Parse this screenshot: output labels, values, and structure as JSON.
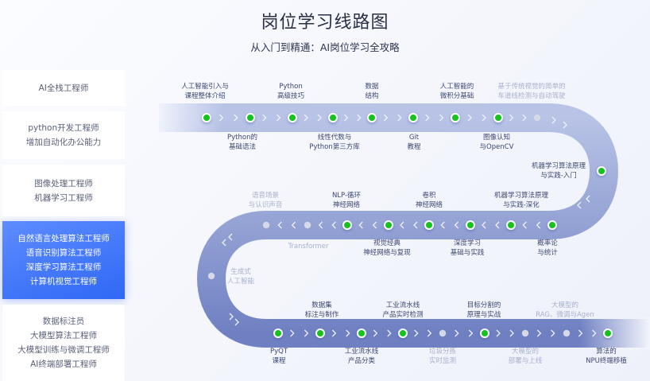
{
  "header": {
    "title": "岗位学习线路图",
    "subtitle": "从入门到精通：AI岗位学习全攻略"
  },
  "sidebar": {
    "items": [
      {
        "lines": [
          "AI全栈工程师"
        ]
      },
      {
        "lines": [
          "python开发工程师",
          "增加自动化办公能力"
        ]
      },
      {
        "lines": [
          "图像处理工程师",
          "机器学习工程师"
        ]
      },
      {
        "lines": [
          "自然语言处理算法工程师",
          "语音识别算法工程师",
          "深度学习算法工程师",
          "计算机视觉工程师"
        ],
        "active": true
      },
      {
        "lines": [
          "数据标注员",
          "大模型算法工程师",
          "大模型训练与微调工程师",
          "AI终端部署工程师"
        ]
      }
    ]
  },
  "colors": {
    "accent": "#2f68f5",
    "done": "#12c21e",
    "pending": "#d5d9e8",
    "road_top": "#b3bfe4",
    "road_bottom": "#7484c4"
  },
  "roadmap": {
    "row1_status": [
      "done",
      "done",
      "done",
      "done",
      "done",
      "done",
      "done",
      "done",
      "pending"
    ],
    "curve_right_status": "done",
    "row2_status": [
      "done",
      "done",
      "done",
      "done",
      "done",
      "done",
      "pending",
      "pending"
    ],
    "curve_left_status": "pending",
    "row3_status": [
      "done",
      "done",
      "done",
      "done",
      "pending",
      "done",
      "pending",
      "pending",
      "done"
    ],
    "labels": {
      "ai_intro": "人工智能引入与\n课程整体介绍",
      "py_basic": "Python的\n基础语法",
      "py_adv": "Python\n高级技巧",
      "linear": "线性代数与\nPython第三方库",
      "ds": "数据\n结构",
      "git": "Git\n教程",
      "calculus": "人工智能的\n微积分基础",
      "opencv": "图像认知\n与OpenCV",
      "lane": "基于传统视觉的简单的\n车道线检测与自动驾驶",
      "ml_intro": "机器学习算法原理\n与实践-入门",
      "prob": "概率论\n与统计",
      "ml_deep": "机器学习算法原理\n与实践-深化",
      "dl": "深度学习\n基础与实践",
      "cnn": "卷积\n神经网络",
      "cv_classic": "视觉经典\n神经网络与复现",
      "rnn": "NLP-循环\n神经网络",
      "transformer": "Transformer",
      "speech": "语音场景\n与认识声音",
      "genai": "生成式\n人工智能",
      "pyqt": "PyQT\n课程",
      "dataset": "数据集\n标注与制作",
      "cls": "工业流水线\n产品分类",
      "detect": "工业流水线\n产品实时检测",
      "garbage": "垃圾分拣\n实时监测",
      "seg": "目标分割的\n原理与实战",
      "llm_deploy": "大模型的\n部署与上线",
      "rag": "大模型的\nRAG、微调与Agen",
      "npu": "算法的\nNPU终端移植"
    }
  }
}
